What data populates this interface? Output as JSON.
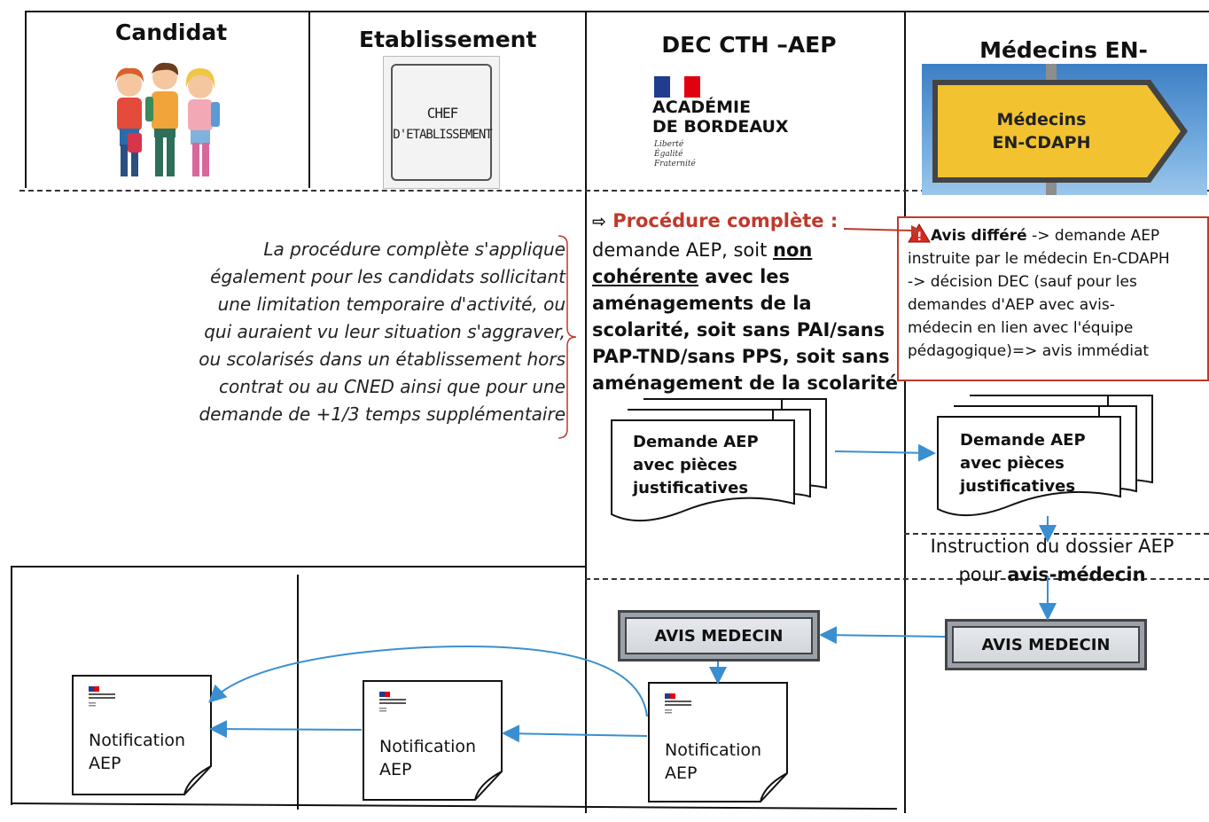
{
  "header": {
    "col1": "Candidat",
    "col2": "Etablissement",
    "col3": "DEC CTH –AEP",
    "col4": "Médecins EN-CDAPH"
  },
  "chef_box": {
    "line1": "CHEF",
    "line2": "D'ETABLISSEMENT"
  },
  "academie": {
    "line1": "ACADÉMIE",
    "line2": "DE BORDEAUX",
    "motto1": "Liberté",
    "motto2": "Égalité",
    "motto3": "Fraternité"
  },
  "sign": {
    "line1": "Médecins",
    "line2": "EN-CDAPH"
  },
  "note": {
    "lines": [
      "La procédure complète s'applique",
      "également pour les candidats sollicitant",
      "une limitation temporaire d'activité,  ou",
      "qui auraient vu leur situation s'aggraver,",
      "ou scolarisés dans un établissement hors",
      "contrat ou au CNED ainsi que pour une",
      "demande de +1/3 temps supplémentaire"
    ]
  },
  "procedure": {
    "arrow": "⇨",
    "title": "Procédure complète :",
    "l1a": "demande AEP, soit ",
    "l1b": "non",
    "l2a": "cohérente",
    "l2b": " avec les",
    "l3": "aménagements de la",
    "l4": "scolarité, soit sans PAI/sans",
    "l5": "PAP-TND/sans PPS, soit sans",
    "l6": "aménagement de la scolarité"
  },
  "avis_differe": {
    "title": "Avis différé",
    "l1": " -> demande AEP",
    "l2": "instruite par le médecin En-CDAPH",
    "l3": "-> décision DEC (sauf pour les",
    "l4": "demandes d'AEP avec avis-",
    "l5": "médecin en lien avec l'équipe",
    "l6a": "pédagogique)",
    "l6b": "=> avis immédiat"
  },
  "doc_left": {
    "l1": "Demande AEP",
    "l2": "avec pièces",
    "l3": "justificatives"
  },
  "doc_right": {
    "l1": "Demande AEP",
    "l2": "avec pièces",
    "l3": "justificatives"
  },
  "instruction": {
    "l1": "Instruction du dossier AEP",
    "l2a": "pour ",
    "l2b": "avis-médecin"
  },
  "avis_medecin_left": "AVIS MEDECIN",
  "avis_medecin_right": "AVIS MEDECIN",
  "notif1": {
    "l1": "Notification",
    "l2": "AEP"
  },
  "notif2": {
    "l1": "Notification",
    "l2": "AEP"
  },
  "notif3": {
    "l1": "Notification",
    "l2": "AEP"
  },
  "colors": {
    "accent_red": "#c0392b",
    "arrow_blue": "#3a8fd0",
    "sign_yellow": "#f2c230"
  }
}
